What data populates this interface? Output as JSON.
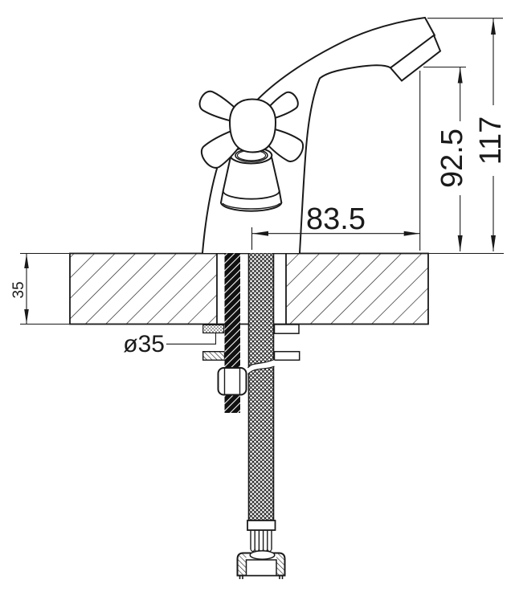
{
  "drawing": {
    "title": "faucet-installation-diagram",
    "colors": {
      "line": "#1a1a1a",
      "background": "#ffffff"
    },
    "dimensions": {
      "total_height": "117",
      "spout_height": "92.5",
      "spout_reach": "83.5",
      "counter_thickness": "35",
      "hole_diameter": "ø35"
    }
  }
}
